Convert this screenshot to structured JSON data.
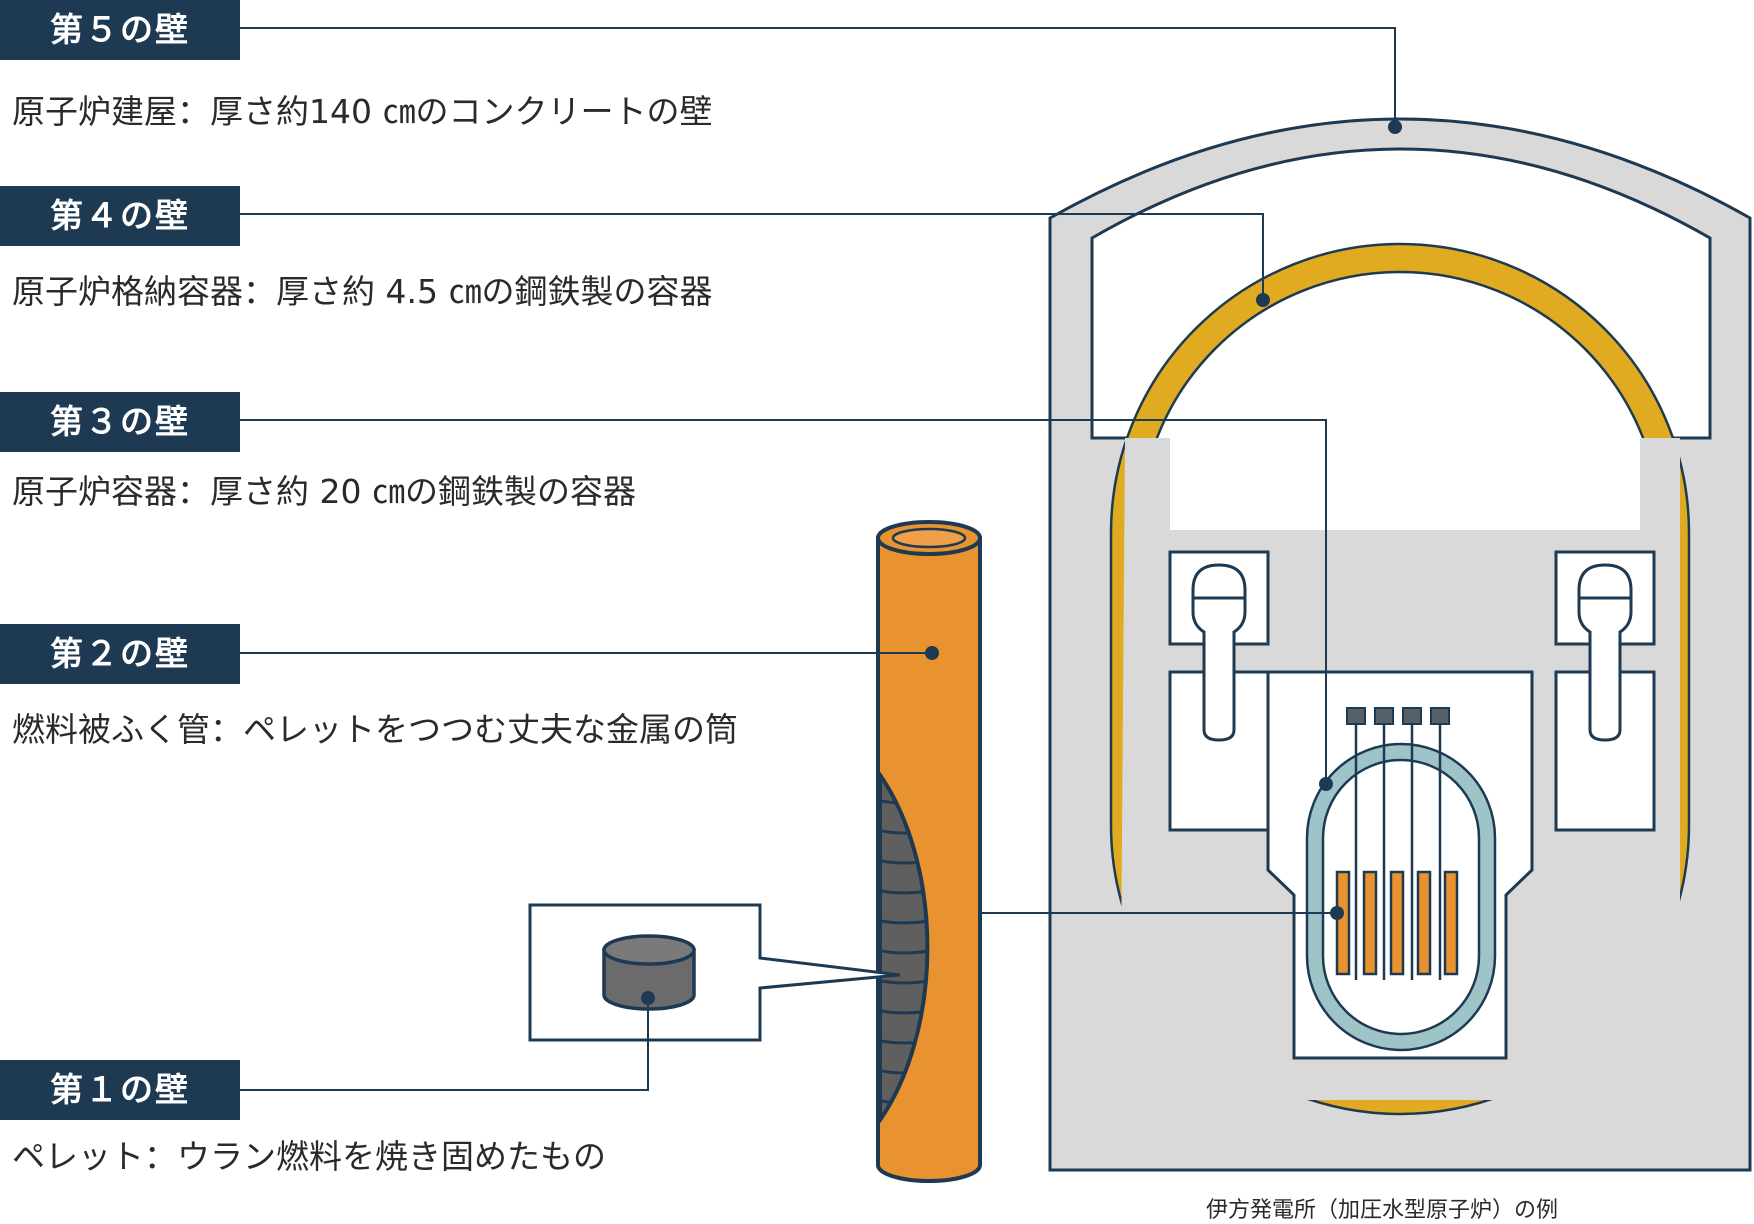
{
  "walls": [
    {
      "label": "第５の壁",
      "description": "原子炉建屋：厚さ約140 ㎝のコンクリートの壁"
    },
    {
      "label": "第４の壁",
      "description": "原子炉格納容器：厚さ約 4.5 ㎝の鋼鉄製の容器"
    },
    {
      "label": "第３の壁",
      "description": "原子炉容器：厚さ約 20 ㎝の鋼鉄製の容器"
    },
    {
      "label": "第２の壁",
      "description": "燃料被ふく管：ペレットをつつむ丈夫な金属の筒"
    },
    {
      "label": "第１の壁",
      "description": "ペレット：ウラン燃料を焼き固めたもの"
    }
  ],
  "caption": "伊方発電所（加圧水型原子炉）の例",
  "colors": {
    "navy": "#1e3a52",
    "concrete": "#d9d9d9",
    "containment": "#e0ab20",
    "vessel": "#9fc4c8",
    "rod": "#e8932f",
    "pellet": "#6b6b6b"
  }
}
